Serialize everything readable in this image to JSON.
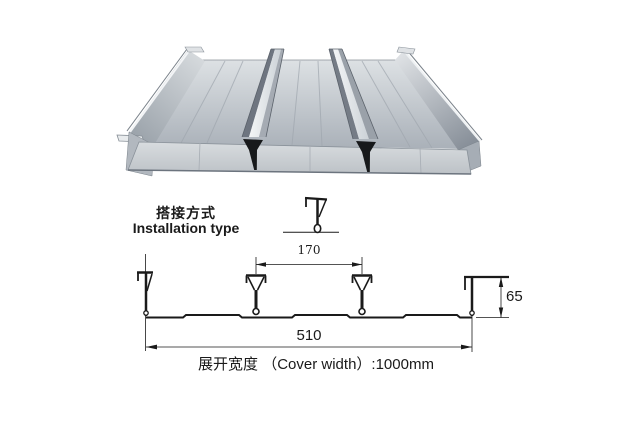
{
  "page": {
    "background": "#ffffff"
  },
  "render": {
    "name": "galvanized-steel-closed-decking-panel-3d-view",
    "colors": {
      "metal_light": "#eef0f2",
      "metal_mid": "#b4bac2",
      "metal_dark": "#6e7580",
      "funnel": "#17191b"
    }
  },
  "installation": {
    "label_cn": "搭接方式",
    "label_en": "Installation type"
  },
  "drawing": {
    "line_color": "#1a1a1a",
    "dims": {
      "rib_spacing": "170",
      "width": "510",
      "height": "65"
    },
    "footer": "展开宽度 （Cover width）:1000mm"
  }
}
